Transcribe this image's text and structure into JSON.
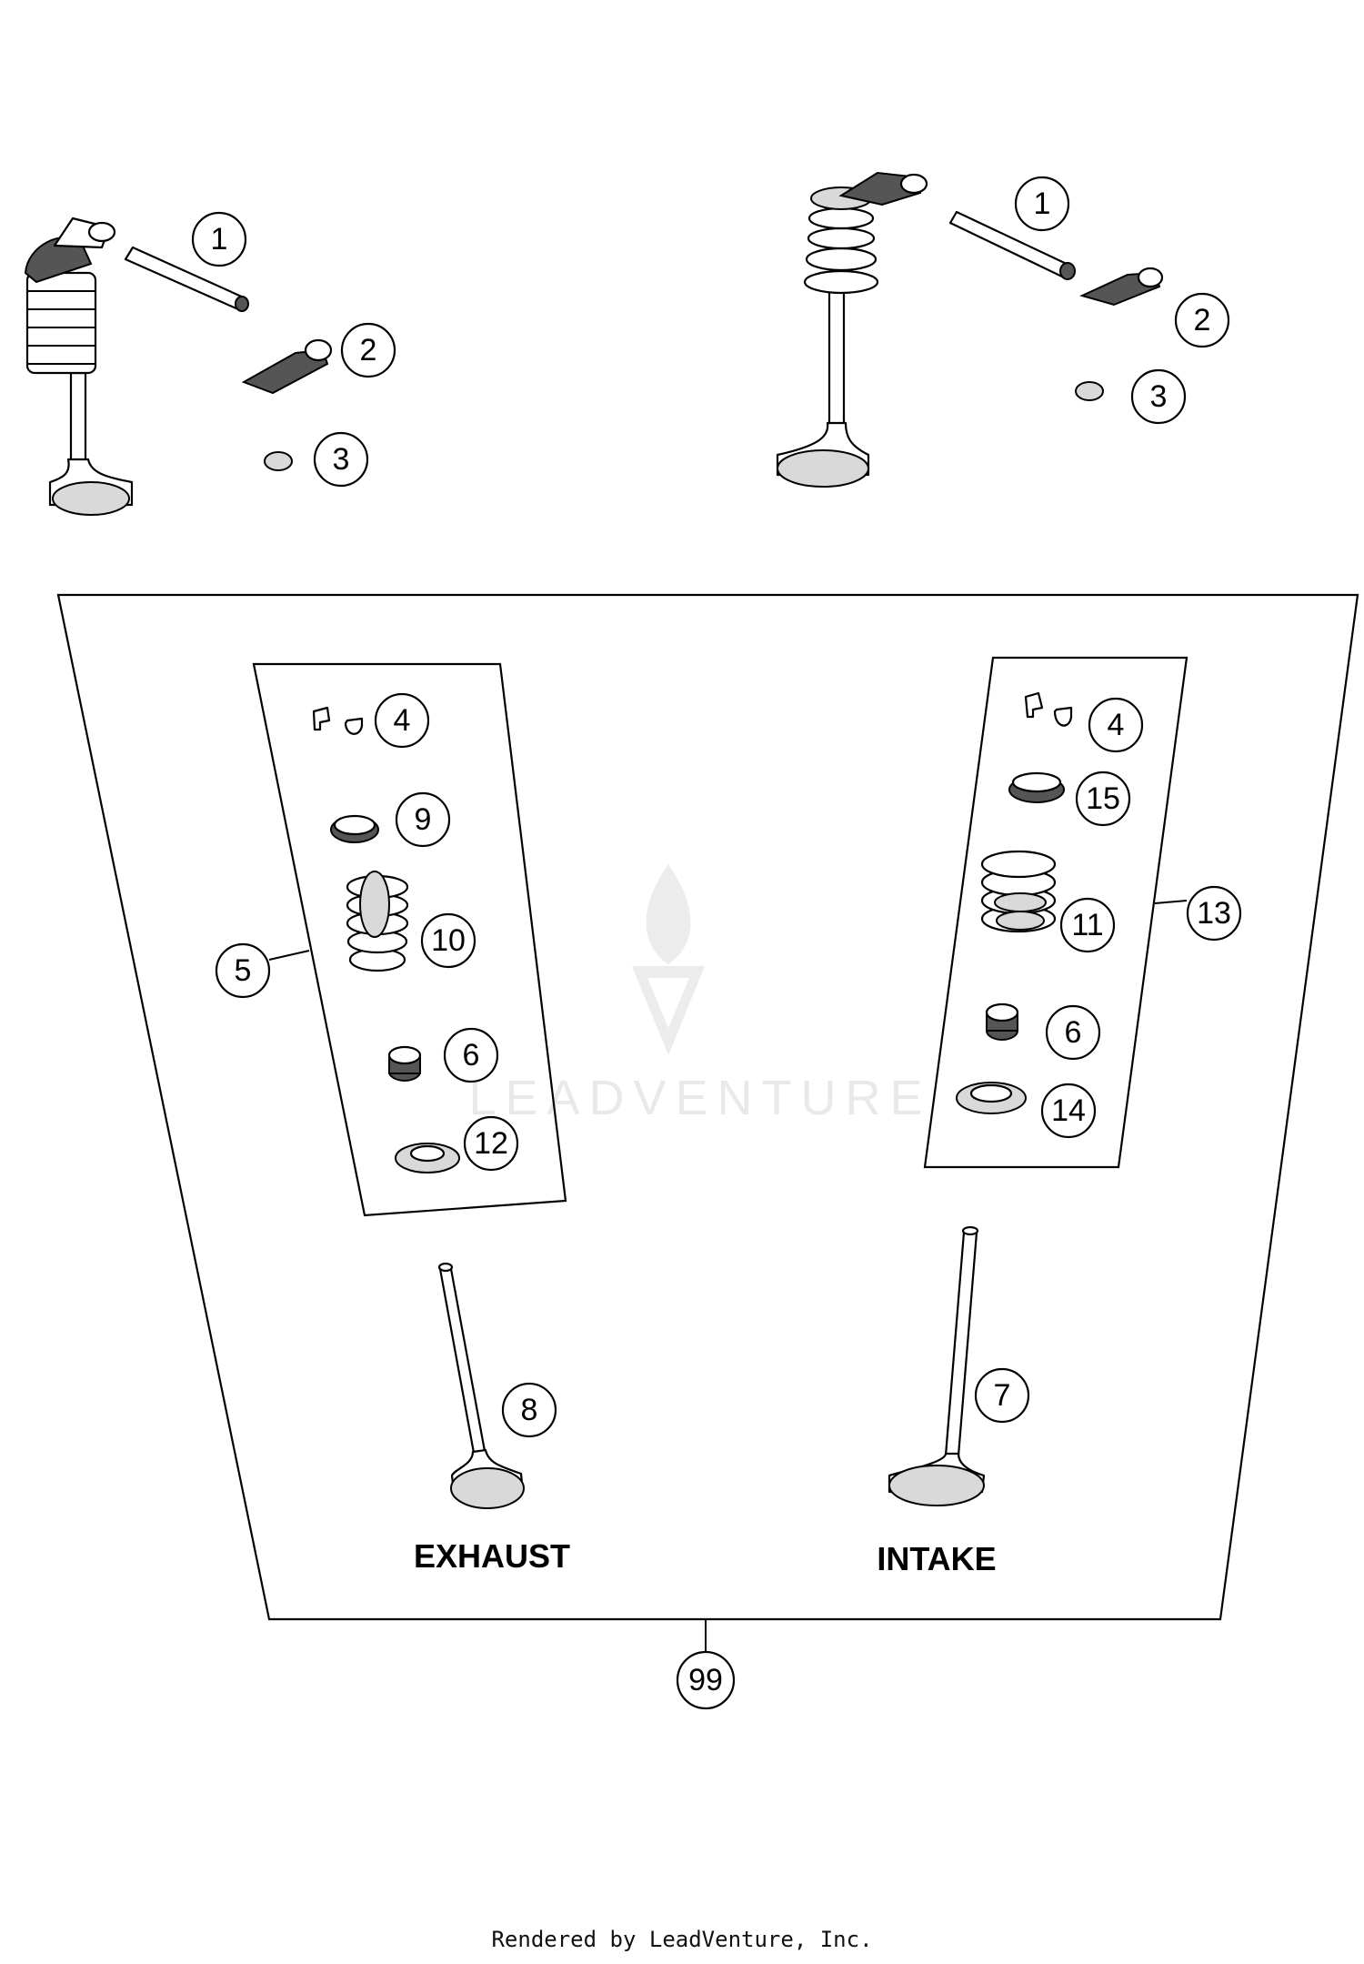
{
  "callouts": {
    "left_assembly": [
      "1",
      "2",
      "3"
    ],
    "right_assembly": [
      "1",
      "2",
      "3"
    ],
    "exhaust_kit": [
      "4",
      "9",
      "10",
      "5",
      "6",
      "12"
    ],
    "intake_kit": [
      "4",
      "15",
      "11",
      "13",
      "6",
      "14"
    ],
    "exhaust_valve": "8",
    "intake_valve": "7",
    "set": "99"
  },
  "labels": {
    "exhaust": "EXHAUST",
    "intake": "INTAKE"
  },
  "watermark": "LEADVENTURE",
  "footer": "Rendered by LeadVenture, Inc."
}
